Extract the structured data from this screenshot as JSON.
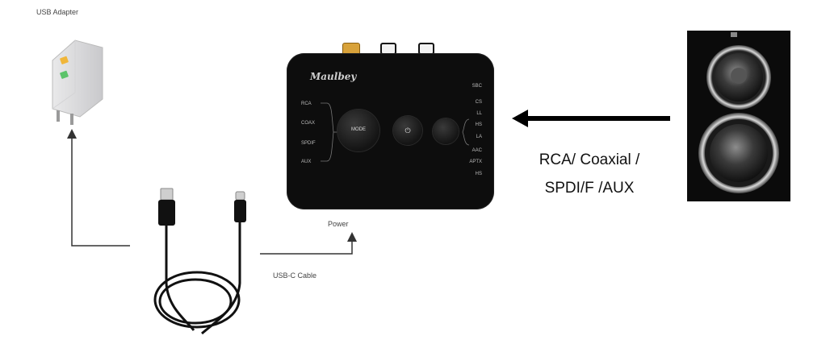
{
  "labels": {
    "usb_adapter": "USB Adapter",
    "power": "Power",
    "usb_c_cable": "USB-C Cable",
    "source_line1": "RCA/ Coaxial /",
    "source_line2": "SPDI/F /AUX"
  },
  "device": {
    "brand": "Maulbey",
    "left_menu": [
      "RCA",
      "COAX",
      "SPDIF",
      "AUX"
    ],
    "buttons": {
      "mode": "MODE",
      "power": "⏻",
      "third": ""
    },
    "right_menu": [
      "SBC",
      "CS",
      "LL",
      "HS",
      "LA",
      "AAC",
      "APTX",
      "HS"
    ]
  },
  "colors": {
    "device_body": "#0d0d0d",
    "port_gold": "#d8a23a",
    "arrow": "#000000",
    "connector_line": "#333333"
  },
  "icons": {
    "adapter": "wall-usb-charger-icon",
    "cable": "usb-c-cable-icon",
    "speaker": "bookshelf-speaker-icon",
    "arrow": "left-arrow-icon"
  }
}
